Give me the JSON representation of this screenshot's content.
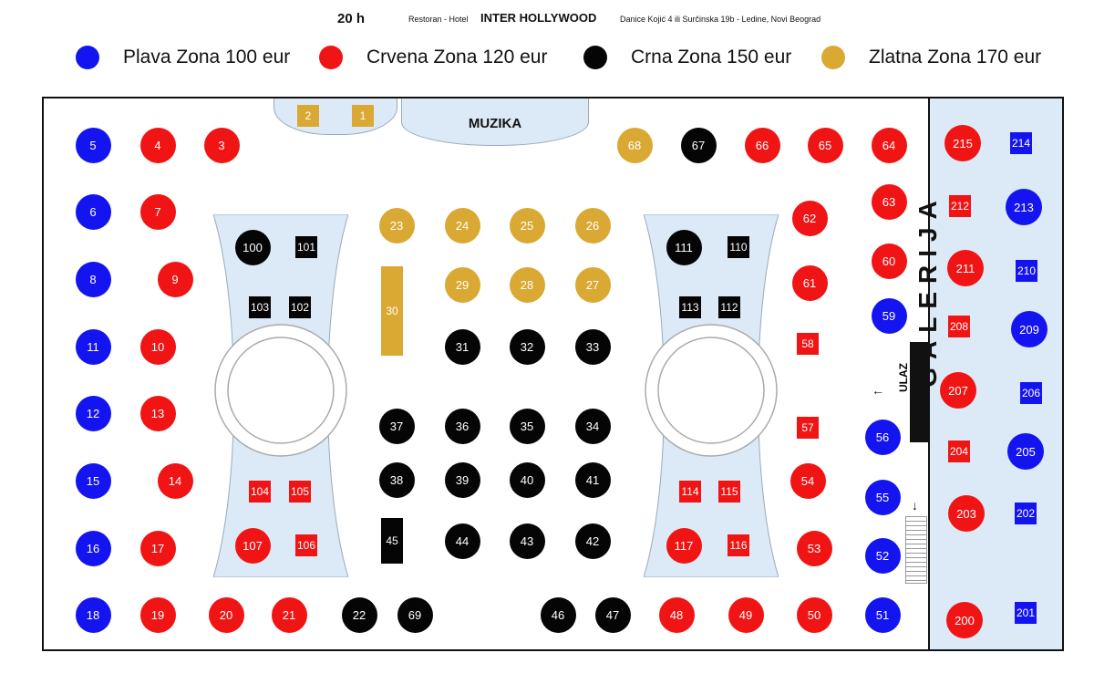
{
  "header": {
    "time": "20 h",
    "subtitle": "Restoran - Hotel",
    "title": "INTER HOLLYWOOD",
    "address": "Danice Kojić 4  ili  Surčinska 19b - Ledine, Novi Beograd"
  },
  "legend": [
    {
      "label": "Plava Zona 100 eur",
      "color": "#1414f0"
    },
    {
      "label": "Crvena Zona 120 eur",
      "color": "#f01414"
    },
    {
      "label": "Crna Zona 150 eur",
      "color": "#050505"
    },
    {
      "label": "Zlatna Zona 170 eur",
      "color": "#d9a933"
    }
  ],
  "labels": {
    "music": "MUZIKA",
    "gallery": "GALERIJA",
    "entrance": "ULAZ"
  },
  "icons": {
    "entrance_arrow": "←",
    "stairs_arrow": "↓"
  },
  "zones": {
    "blue": "#1414f0",
    "red": "#f01414",
    "black": "#050505",
    "gold": "#d9a933"
  },
  "tables": [
    {
      "n": "5",
      "zone": "blue",
      "shape": "circle"
    },
    {
      "n": "4",
      "zone": "red",
      "shape": "circle"
    },
    {
      "n": "3",
      "zone": "red",
      "shape": "circle"
    },
    {
      "n": "2",
      "zone": "gold",
      "shape": "square"
    },
    {
      "n": "1",
      "zone": "gold",
      "shape": "square"
    },
    {
      "n": "68",
      "zone": "gold",
      "shape": "circle"
    },
    {
      "n": "67",
      "zone": "black",
      "shape": "circle"
    },
    {
      "n": "66",
      "zone": "red",
      "shape": "circle"
    },
    {
      "n": "65",
      "zone": "red",
      "shape": "circle"
    },
    {
      "n": "64",
      "zone": "red",
      "shape": "circle"
    },
    {
      "n": "6",
      "zone": "blue",
      "shape": "circle"
    },
    {
      "n": "7",
      "zone": "red",
      "shape": "circle"
    },
    {
      "n": "63",
      "zone": "red",
      "shape": "circle"
    },
    {
      "n": "62",
      "zone": "red",
      "shape": "circle"
    },
    {
      "n": "23",
      "zone": "gold",
      "shape": "circle"
    },
    {
      "n": "24",
      "zone": "gold",
      "shape": "circle"
    },
    {
      "n": "25",
      "zone": "gold",
      "shape": "circle"
    },
    {
      "n": "26",
      "zone": "gold",
      "shape": "circle"
    },
    {
      "n": "100",
      "zone": "black",
      "shape": "circle"
    },
    {
      "n": "101",
      "zone": "black",
      "shape": "square"
    },
    {
      "n": "111",
      "zone": "black",
      "shape": "circle"
    },
    {
      "n": "110",
      "zone": "black",
      "shape": "square"
    },
    {
      "n": "60",
      "zone": "red",
      "shape": "circle"
    },
    {
      "n": "8",
      "zone": "blue",
      "shape": "circle"
    },
    {
      "n": "9",
      "zone": "red",
      "shape": "circle"
    },
    {
      "n": "29",
      "zone": "gold",
      "shape": "circle"
    },
    {
      "n": "28",
      "zone": "gold",
      "shape": "circle"
    },
    {
      "n": "27",
      "zone": "gold",
      "shape": "circle"
    },
    {
      "n": "61",
      "zone": "red",
      "shape": "circle"
    },
    {
      "n": "103",
      "zone": "black",
      "shape": "square"
    },
    {
      "n": "102",
      "zone": "black",
      "shape": "square"
    },
    {
      "n": "30",
      "zone": "gold",
      "shape": "rect"
    },
    {
      "n": "113",
      "zone": "black",
      "shape": "square"
    },
    {
      "n": "112",
      "zone": "black",
      "shape": "square"
    },
    {
      "n": "59",
      "zone": "blue",
      "shape": "circle"
    },
    {
      "n": "11",
      "zone": "blue",
      "shape": "circle"
    },
    {
      "n": "10",
      "zone": "red",
      "shape": "circle"
    },
    {
      "n": "31",
      "zone": "black",
      "shape": "circle"
    },
    {
      "n": "32",
      "zone": "black",
      "shape": "circle"
    },
    {
      "n": "33",
      "zone": "black",
      "shape": "circle"
    },
    {
      "n": "58",
      "zone": "red",
      "shape": "square"
    },
    {
      "n": "12",
      "zone": "blue",
      "shape": "circle"
    },
    {
      "n": "13",
      "zone": "red",
      "shape": "circle"
    },
    {
      "n": "37",
      "zone": "black",
      "shape": "circle"
    },
    {
      "n": "36",
      "zone": "black",
      "shape": "circle"
    },
    {
      "n": "35",
      "zone": "black",
      "shape": "circle"
    },
    {
      "n": "34",
      "zone": "black",
      "shape": "circle"
    },
    {
      "n": "57",
      "zone": "red",
      "shape": "square"
    },
    {
      "n": "56",
      "zone": "blue",
      "shape": "circle"
    },
    {
      "n": "15",
      "zone": "blue",
      "shape": "circle"
    },
    {
      "n": "14",
      "zone": "red",
      "shape": "circle"
    },
    {
      "n": "104",
      "zone": "red",
      "shape": "square"
    },
    {
      "n": "105",
      "zone": "red",
      "shape": "square"
    },
    {
      "n": "38",
      "zone": "black",
      "shape": "circle"
    },
    {
      "n": "39",
      "zone": "black",
      "shape": "circle"
    },
    {
      "n": "40",
      "zone": "black",
      "shape": "circle"
    },
    {
      "n": "41",
      "zone": "black",
      "shape": "circle"
    },
    {
      "n": "114",
      "zone": "red",
      "shape": "square"
    },
    {
      "n": "115",
      "zone": "red",
      "shape": "square"
    },
    {
      "n": "54",
      "zone": "red",
      "shape": "circle"
    },
    {
      "n": "55",
      "zone": "blue",
      "shape": "circle"
    },
    {
      "n": "16",
      "zone": "blue",
      "shape": "circle"
    },
    {
      "n": "17",
      "zone": "red",
      "shape": "circle"
    },
    {
      "n": "107",
      "zone": "red",
      "shape": "circle"
    },
    {
      "n": "106",
      "zone": "red",
      "shape": "square"
    },
    {
      "n": "45",
      "zone": "black",
      "shape": "rect"
    },
    {
      "n": "44",
      "zone": "black",
      "shape": "circle"
    },
    {
      "n": "43",
      "zone": "black",
      "shape": "circle"
    },
    {
      "n": "42",
      "zone": "black",
      "shape": "circle"
    },
    {
      "n": "117",
      "zone": "red",
      "shape": "circle"
    },
    {
      "n": "116",
      "zone": "red",
      "shape": "square"
    },
    {
      "n": "53",
      "zone": "red",
      "shape": "circle"
    },
    {
      "n": "52",
      "zone": "blue",
      "shape": "circle"
    },
    {
      "n": "18",
      "zone": "blue",
      "shape": "circle"
    },
    {
      "n": "19",
      "zone": "red",
      "shape": "circle"
    },
    {
      "n": "20",
      "zone": "red",
      "shape": "circle"
    },
    {
      "n": "21",
      "zone": "red",
      "shape": "circle"
    },
    {
      "n": "22",
      "zone": "black",
      "shape": "circle"
    },
    {
      "n": "69",
      "zone": "black",
      "shape": "circle"
    },
    {
      "n": "46",
      "zone": "black",
      "shape": "circle"
    },
    {
      "n": "47",
      "zone": "black",
      "shape": "circle"
    },
    {
      "n": "48",
      "zone": "red",
      "shape": "circle"
    },
    {
      "n": "49",
      "zone": "red",
      "shape": "circle"
    },
    {
      "n": "50",
      "zone": "red",
      "shape": "circle"
    },
    {
      "n": "51",
      "zone": "blue",
      "shape": "circle"
    },
    {
      "n": "215",
      "zone": "red",
      "shape": "circle"
    },
    {
      "n": "214",
      "zone": "blue",
      "shape": "square"
    },
    {
      "n": "212",
      "zone": "red",
      "shape": "square"
    },
    {
      "n": "213",
      "zone": "blue",
      "shape": "circle"
    },
    {
      "n": "211",
      "zone": "red",
      "shape": "circle"
    },
    {
      "n": "210",
      "zone": "blue",
      "shape": "square"
    },
    {
      "n": "208",
      "zone": "red",
      "shape": "square"
    },
    {
      "n": "209",
      "zone": "blue",
      "shape": "circle"
    },
    {
      "n": "207",
      "zone": "red",
      "shape": "circle"
    },
    {
      "n": "206",
      "zone": "blue",
      "shape": "square"
    },
    {
      "n": "204",
      "zone": "red",
      "shape": "square"
    },
    {
      "n": "205",
      "zone": "blue",
      "shape": "circle"
    },
    {
      "n": "203",
      "zone": "red",
      "shape": "circle"
    },
    {
      "n": "202",
      "zone": "blue",
      "shape": "square"
    },
    {
      "n": "200",
      "zone": "red",
      "shape": "circle"
    },
    {
      "n": "201",
      "zone": "blue",
      "shape": "square"
    }
  ]
}
